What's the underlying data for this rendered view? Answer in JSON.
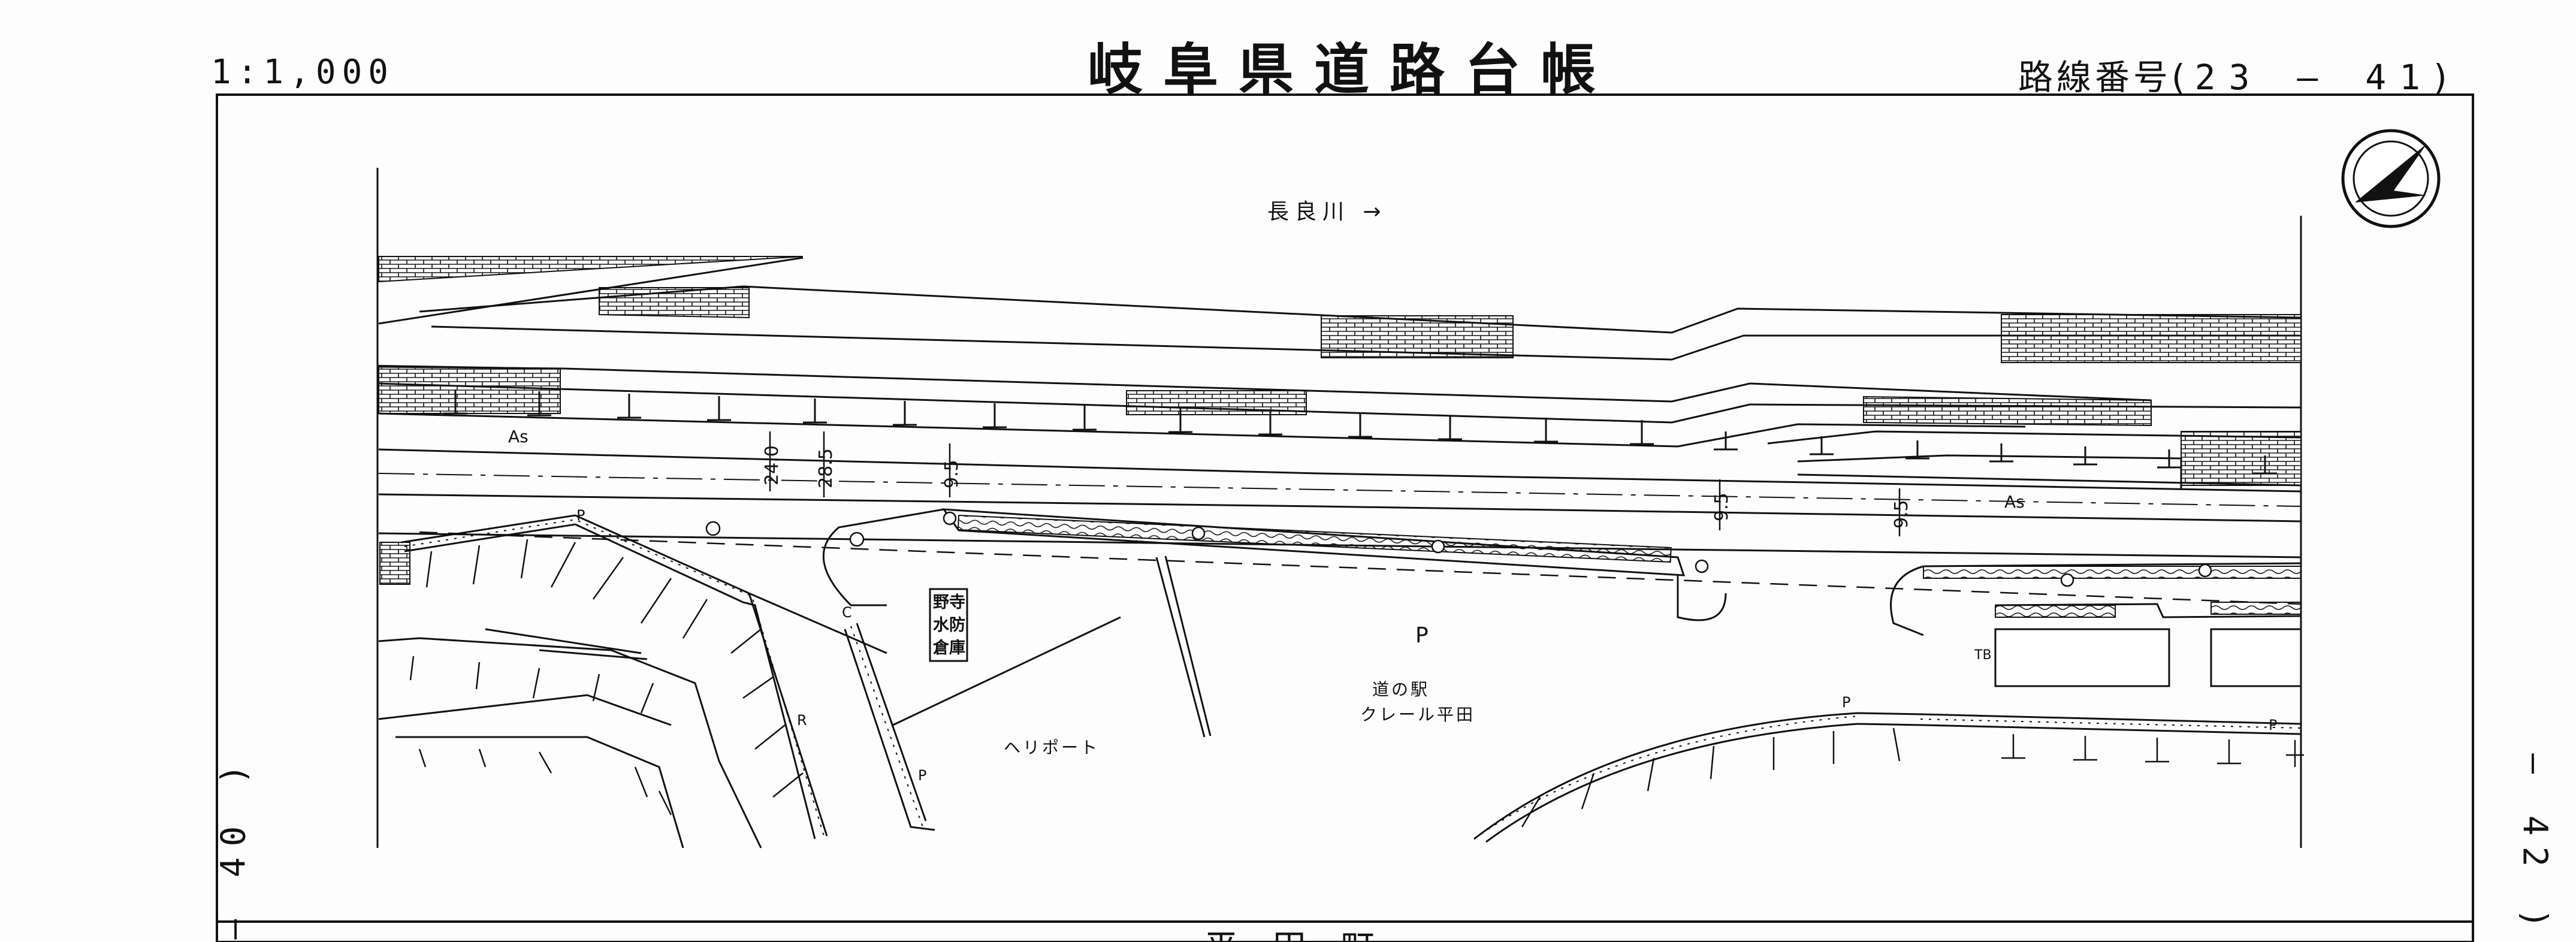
{
  "header": {
    "scale": "1:1,000",
    "title": "岐阜県道路台帳",
    "route_label": "路線番号(",
    "route_number": "23 — 41",
    "route_close": ")"
  },
  "sheets": {
    "previous": "— 40 )",
    "next": "— 42 )"
  },
  "map": {
    "river_label": "長良川 →",
    "surface_labels": [
      "As",
      "As"
    ],
    "widths": [
      "24.0",
      "28.5",
      "9.5",
      "9.5",
      "9.5"
    ],
    "building_text": [
      "野寺",
      "水防",
      "倉庫"
    ],
    "parking_label": "P",
    "parking_markers": [
      "P",
      "P",
      "P",
      "P"
    ],
    "heliport_label": "ヘリポート",
    "station_name_line1": "道の駅",
    "station_name_line2": "クレール平田",
    "tb_label": "TB",
    "r_label": "R",
    "c_label": "C",
    "bottom_partial": "平  田  町"
  },
  "colors": {
    "ink": "#111111",
    "paper": "#fdfdfd"
  },
  "icons": [
    "north-arrow-icon"
  ]
}
